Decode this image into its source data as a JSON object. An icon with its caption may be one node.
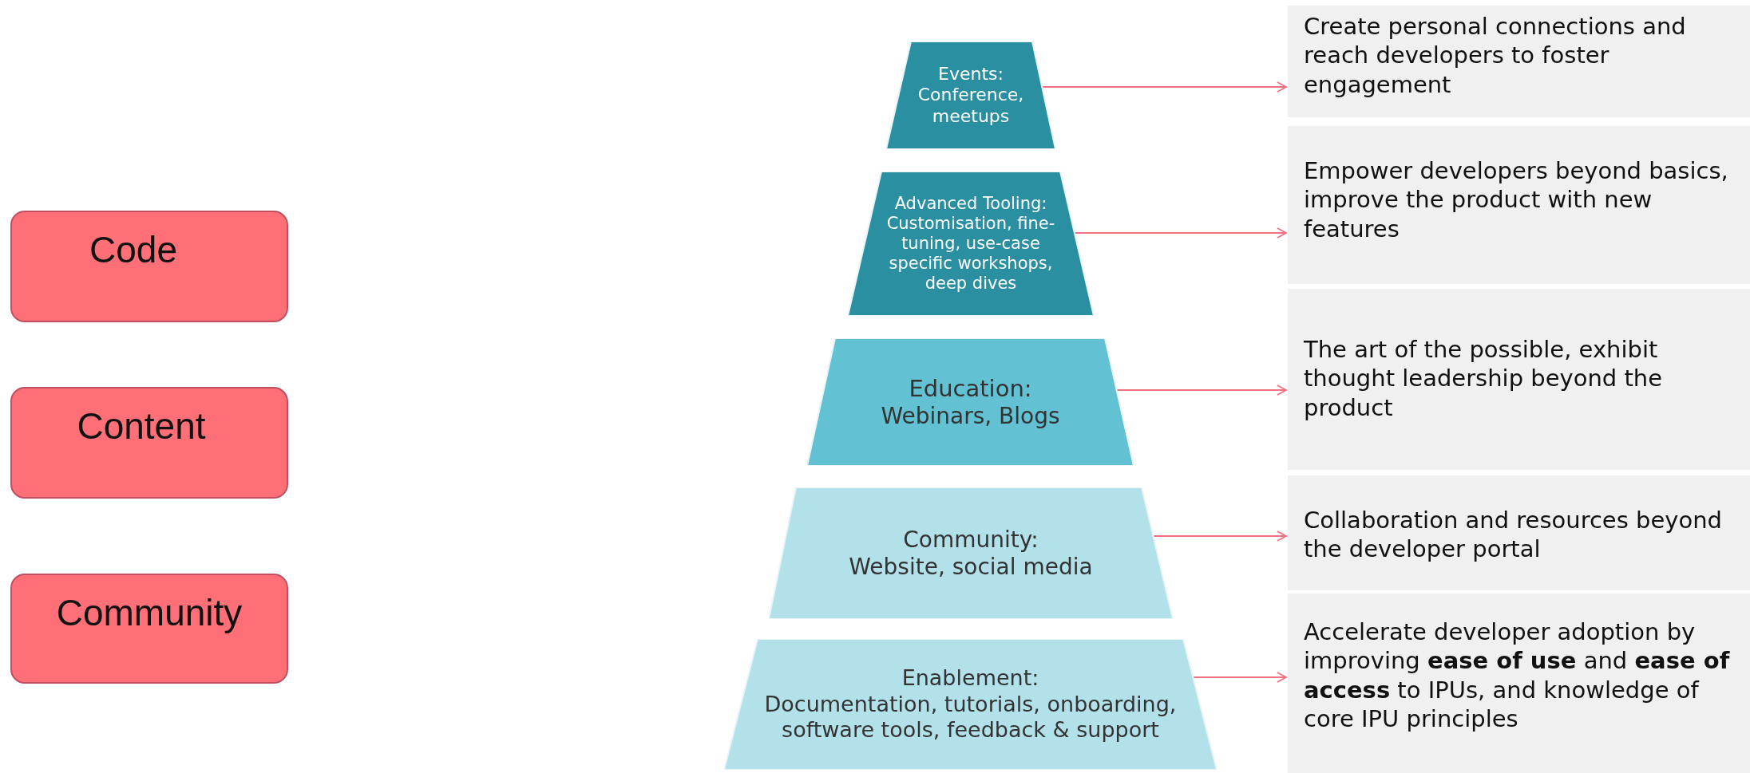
{
  "diagram": {
    "nodes": [
      {
        "text": [
          "Code"
        ]
      },
      {
        "text": [
          "Content"
        ]
      },
      {
        "text": [
          "Community"
        ]
      },
      {
        "text": [
          "Events:",
          "Conference, meetups"
        ]
      },
      {
        "text": [
          "Create personal connections and reach developers to foster engagement"
        ]
      },
      {
        "text": [
          "Advanced Tooling:",
          "Customisation, fine-tuning, use-case specific workshops, deep dives"
        ]
      },
      {
        "text": [
          "Empower developers beyond basics, improve the product with new features"
        ]
      },
      {
        "text": [
          "Education:",
          "Webinars, Blogs"
        ]
      },
      {
        "text": [
          "The art of the possible, exhibit thought leadership beyond the product"
        ]
      },
      {
        "text": [
          "Community:",
          "Website, social media"
        ]
      },
      {
        "text": [
          "Collaboration and resources beyond the developer portal"
        ]
      },
      {
        "text": [
          "Enablement:",
          "Documentation, tutorials, onboarding, software tools, feedback & support"
        ]
      },
      {
        "text": [
          "Accelerate developer adoption by improving **ease of use** and **ease of access** to IPUs, and knowledge of core IPU principles"
        ]
      }
    ],
    "edges": [
      {
        "from": 3,
        "to": 4,
        "arrow": "to"
      },
      {
        "from": 5,
        "to": 6,
        "arrow": "to"
      },
      {
        "from": 7,
        "to": 8,
        "arrow": "to"
      },
      {
        "from": 9,
        "to": 10,
        "arrow": "to"
      },
      {
        "from": 11,
        "to": 12,
        "arrow": "to"
      }
    ]
  }
}
